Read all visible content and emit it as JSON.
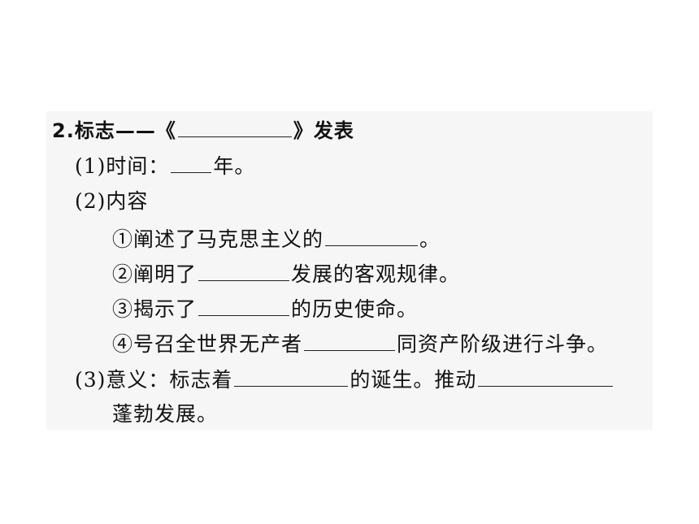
{
  "doc": {
    "heading": {
      "prefix": "2.标志——《",
      "suffix": "》发表"
    },
    "time": {
      "prefix": "(1)时间：",
      "suffix": "年。"
    },
    "content_heading": "(2)内容",
    "items": [
      {
        "prefix": "①阐述了马克思主义的",
        "suffix": "。"
      },
      {
        "prefix": "②阐明了",
        "suffix": "发展的客观规律。"
      },
      {
        "prefix": "③揭示了",
        "suffix": "的历史使命。"
      },
      {
        "prefix": "④号召全世界无产者",
        "suffix": "同资产阶级进行斗争。"
      }
    ],
    "significance": {
      "prefix": "(3)意义：标志着",
      "middle": "的诞生。推动",
      "continuation": "蓬勃发展。"
    }
  }
}
